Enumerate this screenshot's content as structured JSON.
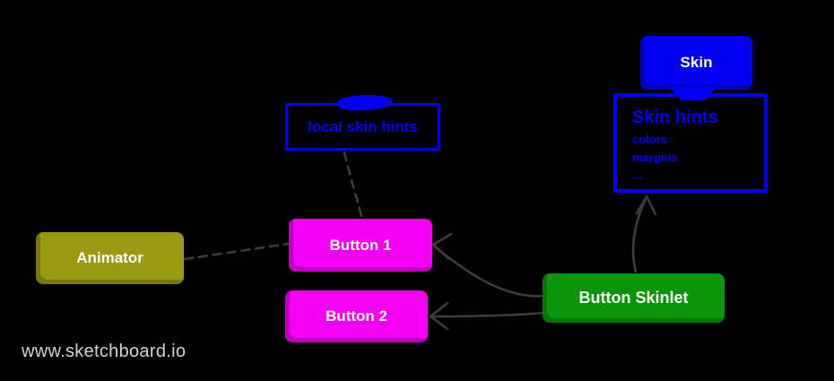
{
  "diagram": {
    "watermark": "www.sketchboard.io",
    "nodes": {
      "skin": {
        "label": "Skin",
        "fill": "#0000f5",
        "shape": "solid-rounded-rect"
      },
      "skin_hints": {
        "title": "Skin hints",
        "items": [
          "colors",
          "margins",
          "..."
        ],
        "stroke": "#0000f5",
        "shape": "outlined-rect"
      },
      "local_skin_hints": {
        "label": "local skin hints",
        "stroke": "#0000f5",
        "shape": "outlined-rect-with-scribble-tab"
      },
      "animator": {
        "label": "Animator",
        "fill": "#9a9a12",
        "shape": "solid-rounded-rect"
      },
      "button1": {
        "label": "Button 1",
        "fill": "#f500f5",
        "shape": "solid-rounded-rect"
      },
      "button2": {
        "label": "Button 2",
        "fill": "#f500f5",
        "shape": "solid-rounded-rect"
      },
      "button_skinlet": {
        "label": "Button Skinlet",
        "fill": "#099609",
        "shape": "solid-rounded-rect"
      }
    },
    "connections": [
      {
        "from": "animator",
        "to": "button1",
        "style": "dashed",
        "arrowhead": false
      },
      {
        "from": "local_skin_hints",
        "to": "button1",
        "style": "dashed",
        "arrowhead": false
      },
      {
        "from": "button_skinlet",
        "to": "button1",
        "style": "solid-curved",
        "arrowhead": true
      },
      {
        "from": "button_skinlet",
        "to": "button2",
        "style": "solid",
        "arrowhead": true
      },
      {
        "from": "button_skinlet",
        "to": "skin_hints",
        "style": "solid-curved",
        "arrowhead": true
      }
    ],
    "colors": {
      "bg": "#000000",
      "blue": "#0000f5",
      "magenta": "#f500f5",
      "green": "#099609",
      "olive": "#9a9a12",
      "connector": "#3d3d3d",
      "watermark": "#d3d3d3"
    }
  }
}
